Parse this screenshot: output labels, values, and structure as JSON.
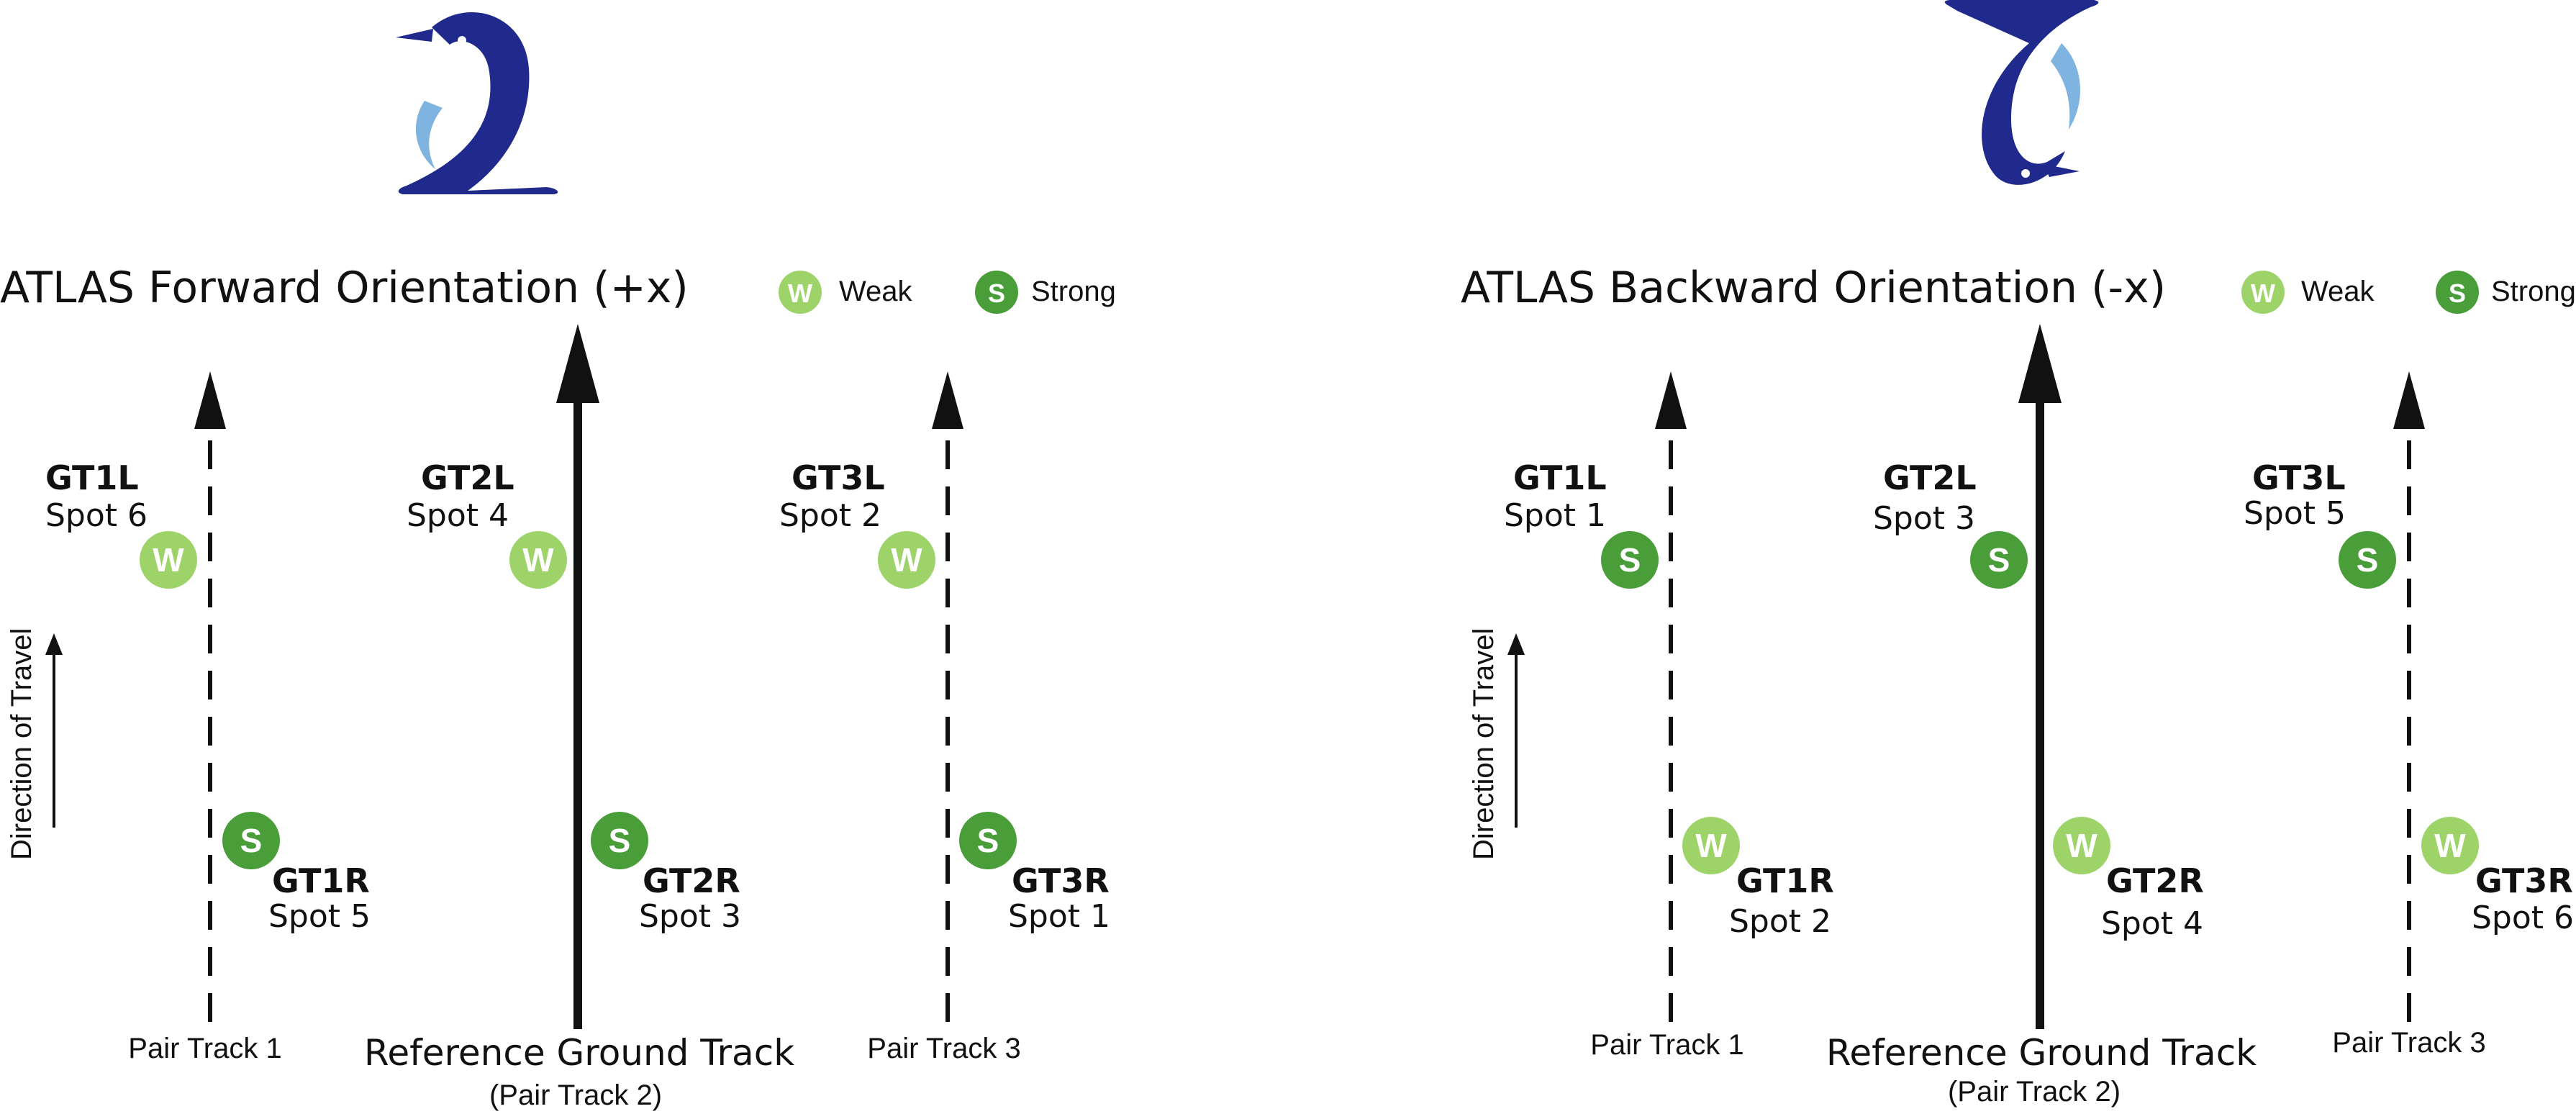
{
  "colors": {
    "weak": "#9ed36a",
    "strong": "#4a9e3a",
    "logo": "#1f2a8c",
    "logo_accent": "#7fb3e0"
  },
  "legend": {
    "weak_letter": "W",
    "weak_label": "Weak",
    "strong_letter": "S",
    "strong_label": "Strong"
  },
  "direction_label": "Direction of Travel",
  "forward": {
    "title": "ATLAS Forward Orientation (+x)",
    "logo_icon": "penguin-facing-right-logo",
    "tracks": [
      {
        "pair_label": "Pair Track 1",
        "left": {
          "gt": "GT1L",
          "spot": "Spot 6",
          "beam": "W"
        },
        "right": {
          "gt": "GT1R",
          "spot": "Spot 5",
          "beam": "S"
        }
      },
      {
        "pair_label": "Reference Ground Track",
        "pair_sub": "(Pair Track 2)",
        "left": {
          "gt": "GT2L",
          "spot": "Spot 4",
          "beam": "W"
        },
        "right": {
          "gt": "GT2R",
          "spot": "Spot 3",
          "beam": "S"
        }
      },
      {
        "pair_label": "Pair Track 3",
        "left": {
          "gt": "GT3L",
          "spot": "Spot 2",
          "beam": "W"
        },
        "right": {
          "gt": "GT3R",
          "spot": "Spot 1",
          "beam": "S"
        }
      }
    ]
  },
  "backward": {
    "title": "ATLAS Backward Orientation (-x)",
    "logo_icon": "penguin-upside-down-logo",
    "tracks": [
      {
        "pair_label": "Pair Track 1",
        "left": {
          "gt": "GT1L",
          "spot": "Spot 1",
          "beam": "S"
        },
        "right": {
          "gt": "GT1R",
          "spot": "Spot 2",
          "beam": "W"
        }
      },
      {
        "pair_label": "Reference Ground Track",
        "pair_sub": "(Pair Track 2)",
        "left": {
          "gt": "GT2L",
          "spot": "Spot 3",
          "beam": "S"
        },
        "right": {
          "gt": "GT2R",
          "spot": "Spot 4",
          "beam": "W"
        }
      },
      {
        "pair_label": "Pair Track 3",
        "left": {
          "gt": "GT3L",
          "spot": "Spot 5",
          "beam": "S"
        },
        "right": {
          "gt": "GT3R",
          "spot": "Spot 6",
          "beam": "W"
        }
      }
    ]
  }
}
